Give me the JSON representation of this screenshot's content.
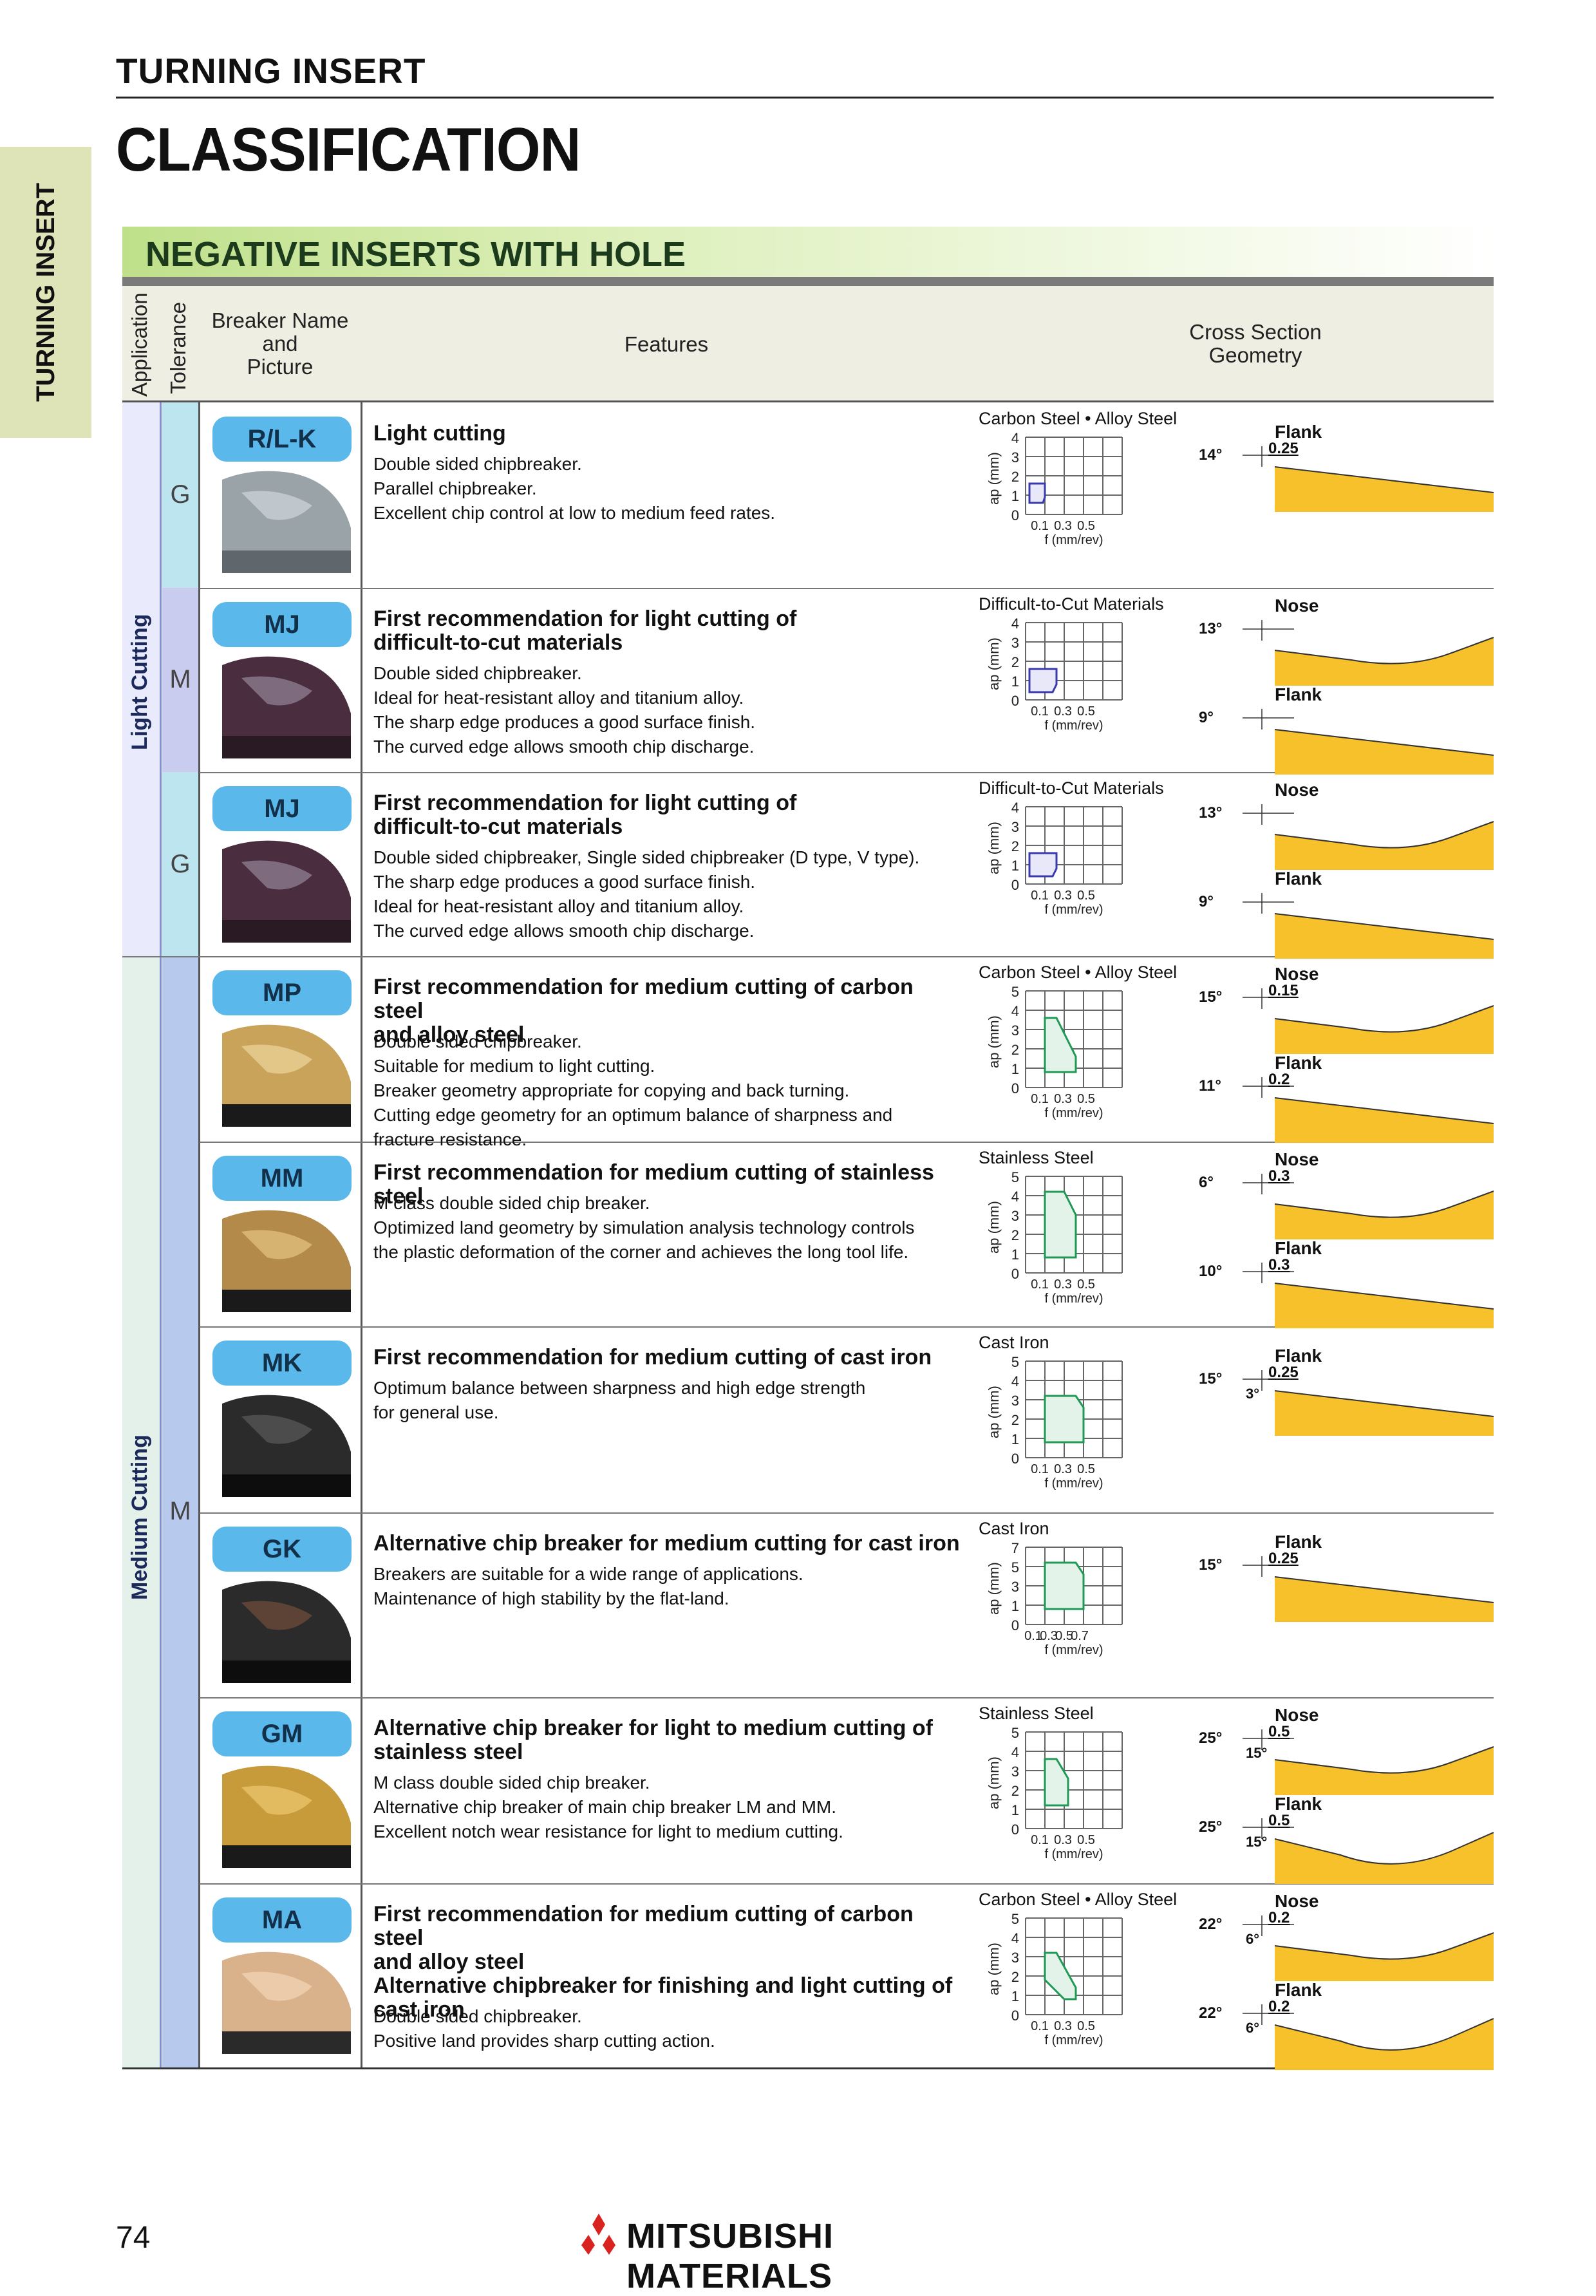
{
  "header": {
    "section_label": "TURNING INSERT",
    "page_heading": "CLASSIFICATION",
    "side_tab": "TURNING INSERT",
    "subsection": "NEGATIVE INSERTS WITH HOLE"
  },
  "table_header": {
    "application": "Application",
    "tolerance": "Tolerance",
    "breaker_line1": "Breaker Name",
    "breaker_line2": "and",
    "breaker_line3": "Picture",
    "features": "Features",
    "cross_line1": "Cross Section",
    "cross_line2": "Geometry"
  },
  "chart_common": {
    "ylabel": "ap (mm)",
    "xlabel": "f (mm/rev)"
  },
  "applications": {
    "light": "Light Cutting",
    "medium": "Medium Cutting"
  },
  "tolerances": [
    "G",
    "M",
    "G",
    "M"
  ],
  "rows": [
    {
      "breaker": "R/L-K",
      "title": [
        "Light cutting"
      ],
      "desc": [
        "Double sided chipbreaker.",
        "Parallel chipbreaker.",
        "Excellent chip control at low to medium feed rates."
      ],
      "chart_title": "Carbon Steel • Alloy Steel",
      "yticks": [
        "4",
        "3",
        "2",
        "1",
        "0"
      ],
      "xticks": [
        "0.1",
        "0.3",
        "0.5"
      ],
      "region_color": "#3a3ab0",
      "cross": [
        {
          "label": "Flank",
          "angle": "14°",
          "land": "0.25"
        }
      ]
    },
    {
      "breaker": "MJ",
      "title": [
        "First recommendation for light cutting of",
        "difficult-to-cut materials"
      ],
      "desc": [
        "Double sided chipbreaker.",
        "Ideal for heat-resistant alloy and titanium alloy.",
        "The sharp edge produces a good surface finish.",
        "The curved edge allows smooth chip discharge."
      ],
      "chart_title": "Difficult-to-Cut Materials",
      "yticks": [
        "4",
        "3",
        "2",
        "1",
        "0"
      ],
      "xticks": [
        "0.1",
        "0.3",
        "0.5"
      ],
      "region_color": "#3a3ab0",
      "cross": [
        {
          "label": "Nose",
          "angle": "13°",
          "land": ""
        },
        {
          "label": "Flank",
          "angle": "9°",
          "land": ""
        }
      ]
    },
    {
      "breaker": "MJ",
      "title": [
        "First recommendation for light cutting of",
        "difficult-to-cut materials"
      ],
      "desc": [
        "Double sided chipbreaker, Single sided chipbreaker (D type, V type).",
        "The sharp edge produces a good surface finish.",
        "Ideal for heat-resistant alloy and titanium alloy.",
        "The curved edge allows smooth chip discharge."
      ],
      "chart_title": "Difficult-to-Cut Materials",
      "yticks": [
        "4",
        "3",
        "2",
        "1",
        "0"
      ],
      "xticks": [
        "0.1",
        "0.3",
        "0.5"
      ],
      "region_color": "#3a3ab0",
      "cross": [
        {
          "label": "Nose",
          "angle": "13°",
          "land": ""
        },
        {
          "label": "Flank",
          "angle": "9°",
          "land": ""
        }
      ]
    },
    {
      "breaker": "MP",
      "title": [
        "First recommendation for medium cutting of carbon steel",
        "and alloy steel"
      ],
      "desc": [
        "Double sided chipbreaker.",
        "Suitable for medium to light cutting.",
        "Breaker geometry appropriate for copying and back turning.",
        "Cutting edge geometry for an optimum balance of sharpness and",
        "fracture resistance."
      ],
      "chart_title": "Carbon Steel • Alloy Steel",
      "yticks": [
        "5",
        "4",
        "3",
        "2",
        "1",
        "0"
      ],
      "xticks": [
        "0.1",
        "0.3",
        "0.5"
      ],
      "region_color": "#1f9a55",
      "cross": [
        {
          "label": "Nose",
          "angle": "15°",
          "land": "0.15"
        },
        {
          "label": "Flank",
          "angle": "11°",
          "land": "0.2"
        }
      ]
    },
    {
      "breaker": "MM",
      "title": [
        "First recommendation for medium cutting of stainless steel"
      ],
      "desc": [
        "M class double sided chip breaker.",
        "Optimized land geometry by simulation analysis technology controls",
        "the plastic deformation of the corner and achieves the long tool life."
      ],
      "chart_title": "Stainless Steel",
      "yticks": [
        "5",
        "4",
        "3",
        "2",
        "1",
        "0"
      ],
      "xticks": [
        "0.1",
        "0.3",
        "0.5"
      ],
      "region_color": "#1f9a55",
      "cross": [
        {
          "label": "Nose",
          "angle": "6°",
          "land": "0.3"
        },
        {
          "label": "Flank",
          "angle": "10°",
          "land": "0.3"
        }
      ]
    },
    {
      "breaker": "MK",
      "title": [
        "First recommendation for medium cutting of cast iron"
      ],
      "desc": [
        "Optimum balance between sharpness and high edge strength",
        "for general use."
      ],
      "chart_title": "Cast Iron",
      "yticks": [
        "5",
        "4",
        "3",
        "2",
        "1",
        "0"
      ],
      "xticks": [
        "0.1",
        "0.3",
        "0.5"
      ],
      "region_color": "#1f9a55",
      "cross": [
        {
          "label": "Flank",
          "angle": "15°",
          "land": "0.25",
          "extra": "3°"
        }
      ]
    },
    {
      "breaker": "GK",
      "title": [
        "Alternative chip breaker for medium cutting for cast iron"
      ],
      "desc": [
        "Breakers are suitable for a wide range of applications.",
        "Maintenance of high stability by the flat-land."
      ],
      "chart_title": "Cast Iron",
      "yticks": [
        "7",
        "5",
        "3",
        "1",
        "0"
      ],
      "xticks": [
        "0.1",
        "0.3",
        "0.5",
        "0.7"
      ],
      "region_color": "#1f9a55",
      "cross": [
        {
          "label": "Flank",
          "angle": "15°",
          "land": "0.25"
        }
      ]
    },
    {
      "breaker": "GM",
      "title": [
        "Alternative chip breaker for light to medium cutting of",
        "stainless steel"
      ],
      "desc": [
        "M class double sided chip breaker.",
        "Alternative chip breaker of main chip breaker LM and MM.",
        "Excellent notch wear resistance for light to medium cutting."
      ],
      "chart_title": "Stainless Steel",
      "yticks": [
        "5",
        "4",
        "3",
        "2",
        "1",
        "0"
      ],
      "xticks": [
        "0.1",
        "0.3",
        "0.5"
      ],
      "region_color": "#1f9a55",
      "cross": [
        {
          "label": "Nose",
          "angle": "25°",
          "land": "0.5",
          "extra": "15°"
        },
        {
          "label": "Flank",
          "angle": "25°",
          "land": "0.5",
          "extra": "15°"
        }
      ]
    },
    {
      "breaker": "MA",
      "title": [
        "First recommendation for medium cutting of carbon steel",
        "and alloy steel",
        "Alternative chipbreaker for finishing and light cutting of",
        "cast iron"
      ],
      "desc": [
        "Double sided chipbreaker.",
        "Positive land provides sharp cutting action."
      ],
      "chart_title": "Carbon Steel • Alloy Steel",
      "yticks": [
        "5",
        "4",
        "3",
        "2",
        "1",
        "0"
      ],
      "xticks": [
        "0.1",
        "0.3",
        "0.5"
      ],
      "region_color": "#1f9a55",
      "cross": [
        {
          "label": "Nose",
          "angle": "22°",
          "land": "0.2",
          "extra": "6°"
        },
        {
          "label": "Flank",
          "angle": "22°",
          "land": "0.2",
          "extra": "6°"
        }
      ]
    }
  ],
  "footer": {
    "page_number": "74",
    "brand": "MITSUBISHI MATERIALS"
  },
  "colors": {
    "side_tab": "#dfe3b8",
    "breaker_badge": "#5ab8ea",
    "cross_fill": "#f6c12a",
    "light_band": "#c9cbef",
    "medium_band": "#b8c9ee"
  }
}
